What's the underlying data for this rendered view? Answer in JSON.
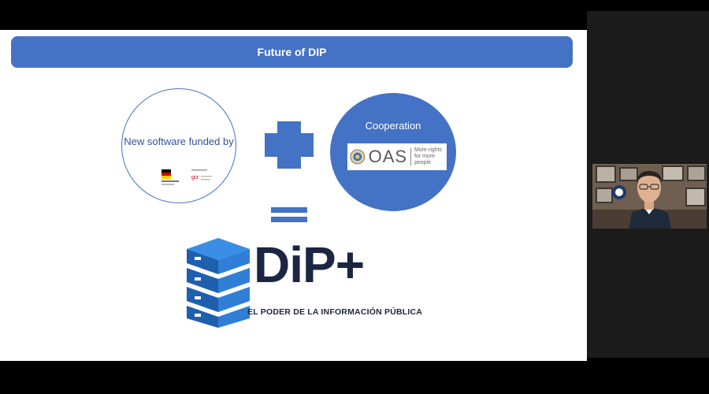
{
  "slide": {
    "title": "Future of DIP",
    "left_circle_text": "New software funded by",
    "right_circle_text": "Cooperation",
    "oas_logo": {
      "name": "OAS",
      "tagline": "More rights for more people"
    },
    "dip_logo": {
      "text": "DiP+",
      "subtitle": "EL PODER DE LA INFORMACIÓN PÚBLICA"
    }
  },
  "colors": {
    "accent": "#4472c4",
    "logo_dark": "#1c2541",
    "logo_blue": "#2f7fd6"
  },
  "icons": [
    "german-flag-icon",
    "giz-logo-icon",
    "oas-seal-icon",
    "server-stack-icon"
  ]
}
